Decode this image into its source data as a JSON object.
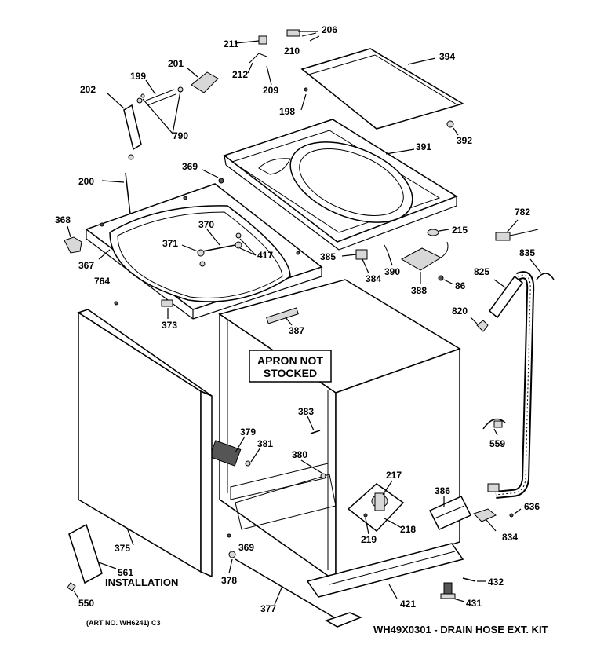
{
  "parts": {
    "p211": "211",
    "p210": "210",
    "p206": "206",
    "p212": "212",
    "p209": "209",
    "p198": "198",
    "p394": "394",
    "p392": "392",
    "p391": "391",
    "p201": "201",
    "p199": "199",
    "p202": "202",
    "p790": "790",
    "p200": "200",
    "p369a": "369",
    "p368": "368",
    "p367": "367",
    "p370": "370",
    "p371": "371",
    "p417": "417",
    "p764": "764",
    "p373": "373",
    "p215": "215",
    "p385": "385",
    "p384": "384",
    "p390": "390",
    "p388": "388",
    "p86": "86",
    "p782": "782",
    "p835": "835",
    "p825": "825",
    "p820": "820",
    "p387": "387",
    "p383": "383",
    "p379": "379",
    "p381": "381",
    "p380": "380",
    "p217": "217",
    "p218": "218",
    "p219": "219",
    "p386": "386",
    "p559": "559",
    "p636": "636",
    "p834": "834",
    "p375": "375",
    "p369b": "369",
    "p378": "378",
    "p561": "561",
    "p550": "550",
    "p377": "377",
    "p421": "421",
    "p432": "432",
    "p431": "431"
  },
  "apron_line1": "APRON NOT",
  "apron_line2": "STOCKED",
  "installation": "INSTALLATION",
  "art_no": "(ART NO. WH6241) C3",
  "kit_note": "WH49X0301 - DRAIN HOSE EXT. KIT"
}
